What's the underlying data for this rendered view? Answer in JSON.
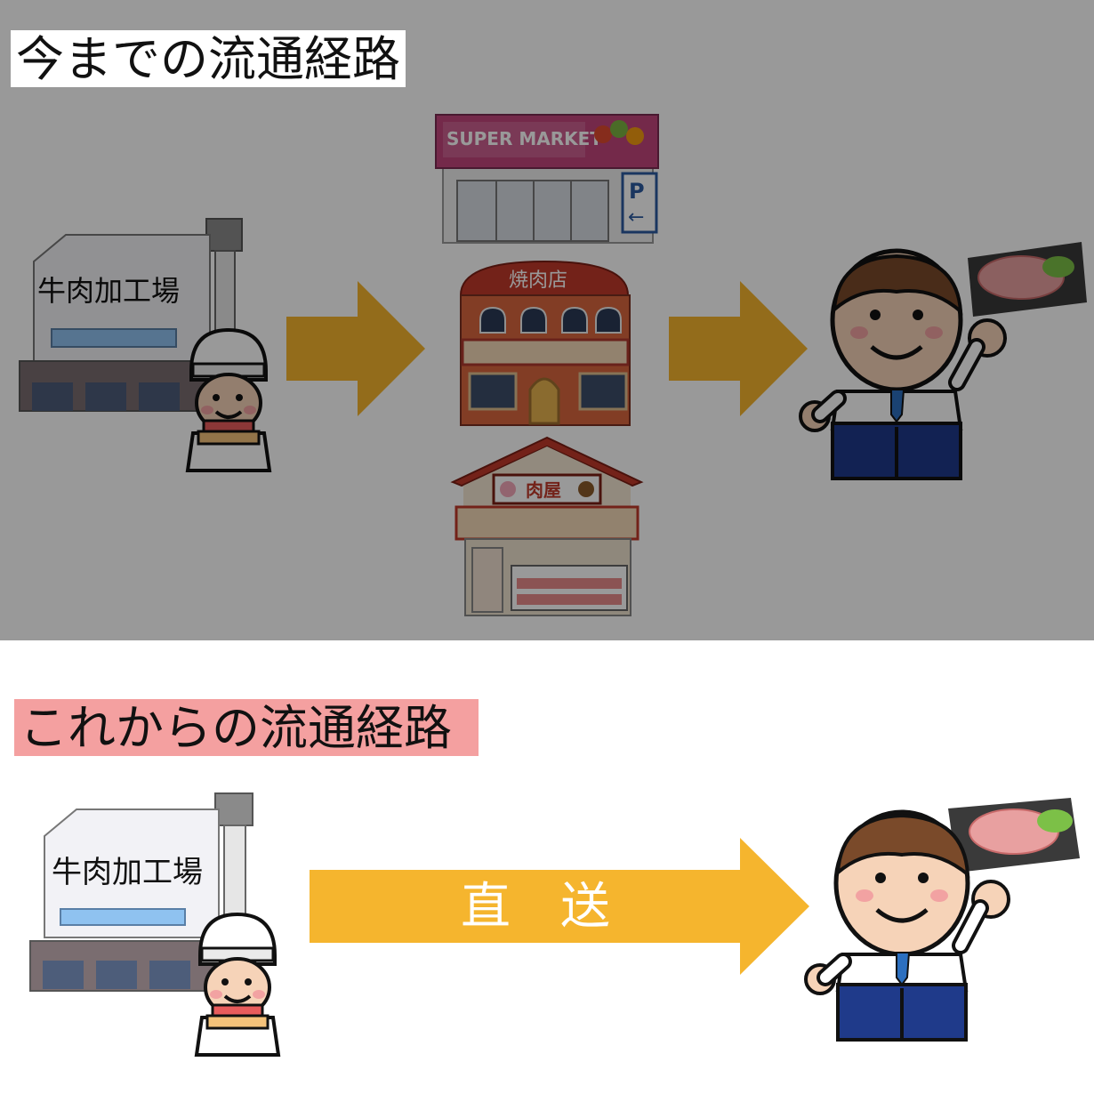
{
  "current_route": {
    "heading": "今までの流通経路",
    "factory_label": "牛肉加工場",
    "supermarket_sign": "SUPER MARKET",
    "parking_sign": "P",
    "yakiniku_sign": "焼肉店",
    "butcher_sign": "肉屋"
  },
  "future_route": {
    "heading": "これからの流通経路",
    "factory_label": "牛肉加工場",
    "arrow_label": "直　送"
  },
  "colors": {
    "arrow_orange": "#f5b52e",
    "heading_pink": "#f4a0a0",
    "supermarket_pink": "#c2457c",
    "shop_red": "#c0392b"
  }
}
